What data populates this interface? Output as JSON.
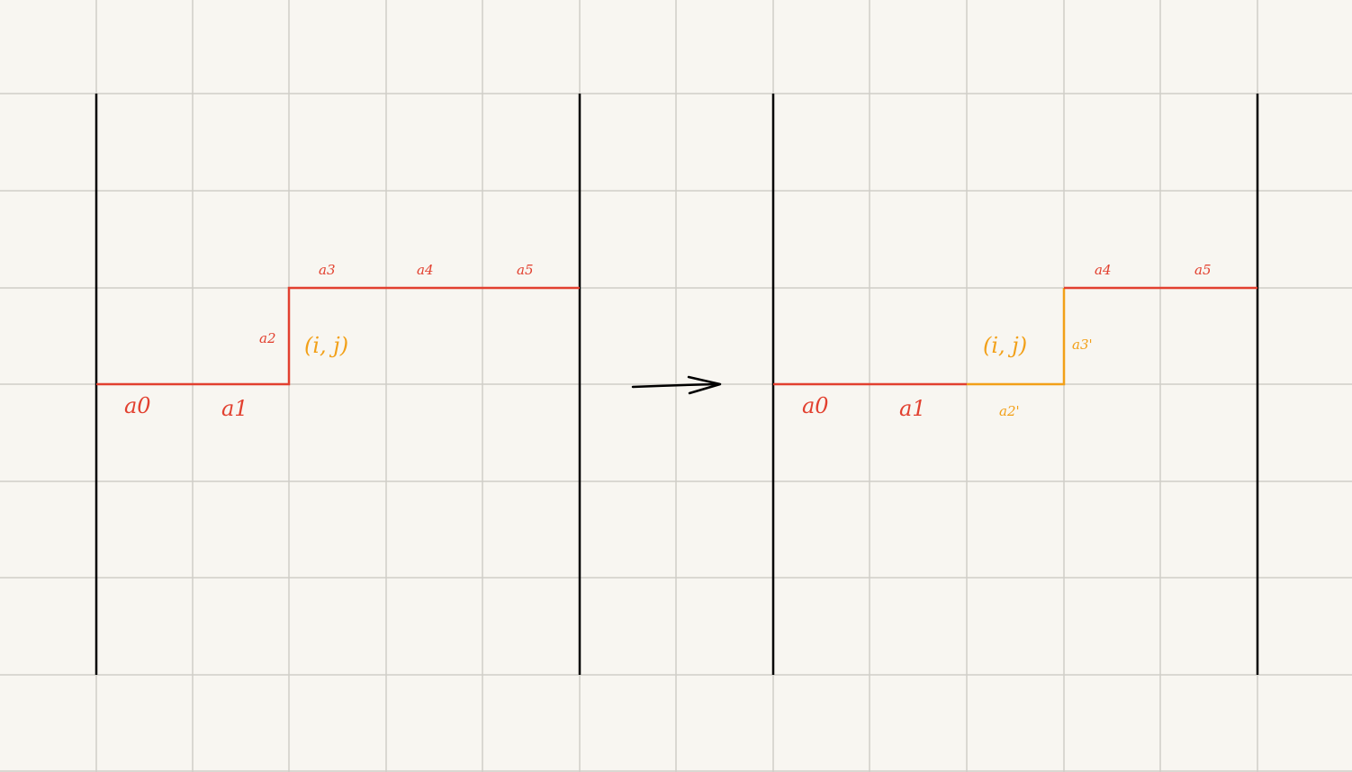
{
  "colors": {
    "paper": "#f8f6f1",
    "grid": "#d0cdc8",
    "wall": "#000000",
    "path": "#e2402f",
    "changed": "#f2a018",
    "arrow": "#000000"
  },
  "left_diagram": {
    "labels": {
      "a0": "a0",
      "a1": "a1",
      "a2": "a2",
      "a3": "a3",
      "a4": "a4",
      "a5": "a5",
      "cell": "(i, j)"
    }
  },
  "arrow_label": "→",
  "right_diagram": {
    "labels": {
      "a0": "a0",
      "a1": "a1",
      "a2_prime": "a2'",
      "a3_prime": "a3'",
      "a4": "a4",
      "a5": "a5",
      "cell": "(i, j)"
    }
  }
}
